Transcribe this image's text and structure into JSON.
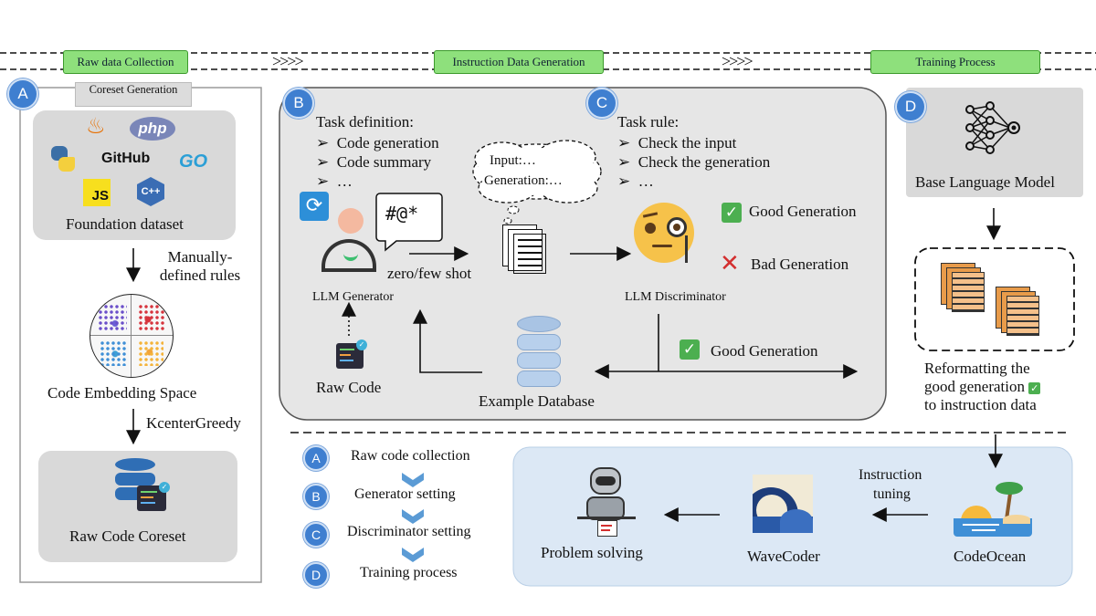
{
  "stages": {
    "raw_data": "Raw data Collection",
    "instruction": "Instruction Data Generation",
    "training": "Training Process",
    "chevrons": ">>>>"
  },
  "badges": {
    "a": "A",
    "b": "B",
    "c": "C",
    "d": "D"
  },
  "panel_a": {
    "coreset_tab": "Coreset Generation",
    "foundation": "Foundation dataset",
    "php": "php",
    "github": "GitHub",
    "go": "GO",
    "js": "JS",
    "cpp": "C++",
    "rules": "Manually-defined rules",
    "embedding": "Code Embedding Space",
    "kcenter": "KcenterGreedy",
    "coreset": "Raw Code Coreset"
  },
  "panel_b": {
    "task_def": "Task definition:",
    "items": [
      "Code generation",
      "Code summary",
      "…"
    ],
    "bullet": "➢",
    "input_bubble": "Input:…",
    "generation_bubble": "Generation:…",
    "speech": "#@*",
    "shot": "zero/few shot",
    "generator": "LLM Generator",
    "raw_code": "Raw Code",
    "example_db": "Example Database"
  },
  "panel_c": {
    "task_rule": "Task rule:",
    "items": [
      "Check the input",
      "Check the generation",
      "…"
    ],
    "good1": "Good Generation",
    "bad": "Bad Generation",
    "discriminator": "LLM Discriminator",
    "good2": "Good Generation"
  },
  "panel_d": {
    "base_model": "Base Language Model",
    "reformat": [
      "Reformatting the",
      "good generation",
      "to instruction data"
    ]
  },
  "legend": [
    {
      "badge": "A",
      "label": "Raw code collection"
    },
    {
      "badge": "B",
      "label": "Generator setting"
    },
    {
      "badge": "C",
      "label": "Discriminator setting"
    },
    {
      "badge": "D",
      "label": "Training process"
    }
  ],
  "bottom": {
    "instruction_tuning": [
      "Instruction",
      "tuning"
    ],
    "codeocean": "CodeOcean",
    "wavecoder": "WaveCoder",
    "problem_solving": "Problem solving"
  },
  "colors": {
    "stage_fill": "#8ee07c",
    "badge_blue": "#3f7fd0",
    "panel_grey": "#d9d9d9",
    "bottom_blue": "#dce8f5",
    "check_green": "#4caf50",
    "cross_red": "#d32f2f"
  }
}
